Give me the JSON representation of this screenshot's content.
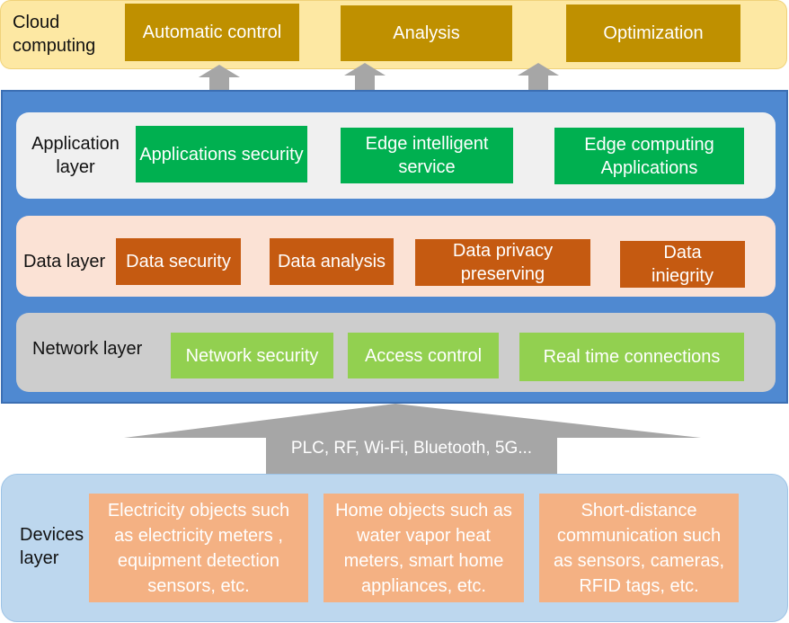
{
  "cloud": {
    "label": "Cloud computing",
    "boxes": [
      "Automatic control",
      "Analysis",
      "Optimization"
    ]
  },
  "application_layer": {
    "label": "Application layer",
    "boxes": [
      "Applications security",
      "Edge intelligent service",
      "Edge computing Applications"
    ]
  },
  "data_layer": {
    "label": "Data layer",
    "boxes": [
      "Data security",
      "Data analysis",
      "Data privacy preserving",
      "Data iniegrity"
    ]
  },
  "network_layer": {
    "label": "Network layer",
    "boxes": [
      "Network security",
      "Access control",
      "Real time connections"
    ]
  },
  "connectivity": {
    "protocols": "PLC, RF, Wi-Fi, Bluetooth, 5G..."
  },
  "devices_layer": {
    "label": "Devices layer",
    "boxes": [
      "Electricity objects such as electricity meters , equipment detection sensors, etc.",
      "Home objects such as water vapor heat meters, smart home appliances, etc.",
      "Short-distance communication such as sensors, cameras, RFID tags, etc."
    ]
  },
  "colors": {
    "cloud_band": "#fde8a3",
    "cloud_box": "#bf9000",
    "panel": "#4f89d1",
    "application_box": "#00b050",
    "data_box": "#c55a11",
    "network_box": "#92d050",
    "devices_band": "#bdd7ee",
    "devices_box": "#f4b183",
    "arrow": "#a6a6a6"
  }
}
